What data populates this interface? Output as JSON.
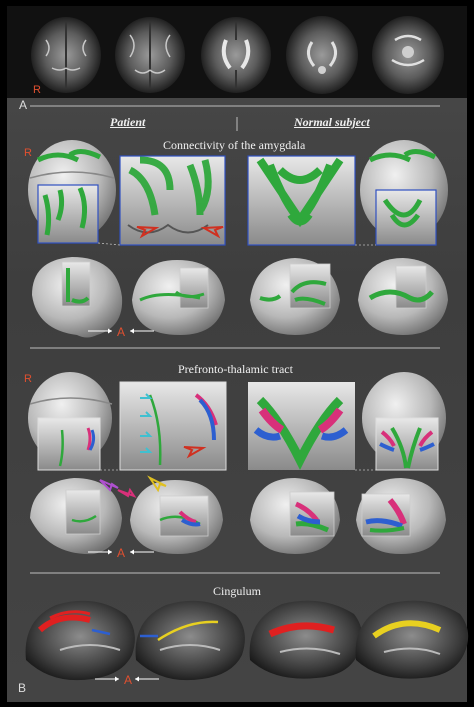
{
  "panel_a": {
    "label": "A",
    "side_marker": "R"
  },
  "headers": {
    "left": "Patient",
    "right": "Normal subject"
  },
  "sections": [
    {
      "title": "Connectivity of the amygdala",
      "side_marker": "R"
    },
    {
      "title": "Prefronto-thalamic tract",
      "side_marker": "R"
    },
    {
      "title": "Cingulum"
    }
  ],
  "panel_b": {
    "label": "B"
  },
  "anterior_marker": "A",
  "colors": {
    "tract_green": "#2fa83c",
    "tract_magenta": "#d8307a",
    "tract_blue": "#2d5fd0",
    "tract_red": "#e02020",
    "tract_yellow": "#e8d020",
    "arrow_red": "#d03020",
    "arrow_cyan": "#40c0d0",
    "arrow_violet": "#b050d0",
    "arrow_yellow": "#e0c020"
  }
}
